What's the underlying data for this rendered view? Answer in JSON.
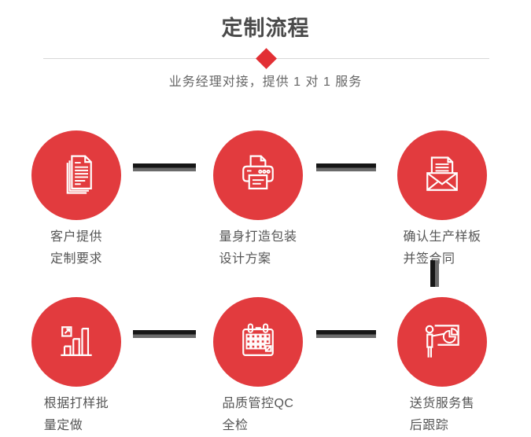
{
  "header": {
    "title": "定制流程",
    "subtitle": "业务经理对接，提供 1 对 1 服务"
  },
  "colors": {
    "accent_red": "#e23b3e",
    "diamond_red": "#e22f34",
    "title_gray": "#4a4a4a",
    "label_gray": "#555555",
    "connector_black": "#161616",
    "connector_gray": "#6b6b6b",
    "divider_gray": "#d8d8d8"
  },
  "steps": [
    {
      "icon": "documents-icon",
      "lines": [
        "客户提供",
        "定制要求"
      ]
    },
    {
      "icon": "printer-icon",
      "lines": [
        "量身打造包装",
        "设计方案"
      ]
    },
    {
      "icon": "envelope-icon",
      "lines": [
        "确认生产样板",
        "并签合同"
      ]
    },
    {
      "icon": "bar-chart-icon",
      "lines": [
        "根据打样批",
        "量定做"
      ]
    },
    {
      "icon": "calendar-icon",
      "lines": [
        "品质管控QC",
        "全检"
      ]
    },
    {
      "icon": "presentation-icon",
      "lines": [
        "送货服务售",
        "后跟踪"
      ]
    }
  ]
}
